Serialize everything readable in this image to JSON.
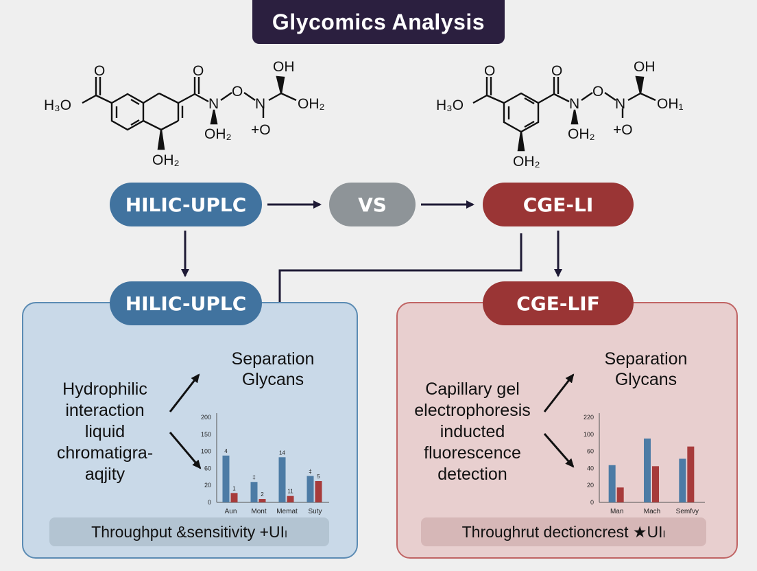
{
  "title": "Glycomics Analysis",
  "molecule_left": {
    "o_top_left": "O",
    "h3o": "H₃O",
    "o_top_mid": "O",
    "n": "N",
    "o_link": "O",
    "n2": "N",
    "oh_top": "OH",
    "oh2_right": "OH₂",
    "oh2_mid": "OH₂",
    "plus_o": "+O",
    "oh2_bottom": "OH₂"
  },
  "molecule_right": {
    "o_top_left": "O",
    "h3o": "H₃O",
    "o_top_mid": "O",
    "n": "N",
    "o_link": "O",
    "n2": "N",
    "oh_top": "OH",
    "oh2_right": "OH₁",
    "oh2_mid": "OH₂",
    "plus_o": "+O",
    "oh2_bottom": "OH₂"
  },
  "flow": {
    "hilic_top": "HILIC-UPLC",
    "vs": "VS",
    "cge_top": "CGE-LI",
    "hilic_panel": "HILIC-UPLC",
    "cge_panel": "CGE-LIF"
  },
  "colors": {
    "blue": "#41739f",
    "gray": "#8e9498",
    "red": "#9a3535",
    "bar_blue": "#4c7ba5",
    "bar_red": "#a73b3b"
  },
  "left_panel": {
    "desc_lines": [
      "Hydrophilic",
      "interaction",
      "liquid",
      "chromatigra-",
      "aqjity"
    ],
    "sep_lines": [
      "Separation",
      "Glycans"
    ],
    "footer": "Throughput &sensitivity +UIₗ"
  },
  "right_panel": {
    "desc_lines": [
      "Capillary gel",
      "electrophoresis",
      "inducted",
      "fluorescence",
      "detection"
    ],
    "sep_lines": [
      "Separation",
      "Glycans"
    ],
    "footer": "Throughrut dectioncrest ★UIₗ"
  },
  "chart_data": [
    {
      "type": "bar",
      "categories": [
        "Aun",
        "Mont",
        "Memat",
        "Suty"
      ],
      "series": [
        {
          "values": [
            110,
            48,
            106,
            62
          ]
        },
        {
          "values": [
            22,
            8,
            15,
            50
          ]
        }
      ],
      "data_labels": [
        [
          "4",
          "1"
        ],
        [
          "‡",
          "2"
        ],
        [
          "14",
          "11"
        ],
        [
          "‡",
          "5"
        ]
      ],
      "yticks": [
        "0",
        "20",
        "60",
        "100",
        "150",
        "200"
      ],
      "ylim": [
        0,
        200
      ]
    },
    {
      "type": "bar",
      "categories": [
        "Man",
        "Mach",
        "Semfvy"
      ],
      "series": [
        {
          "values": [
            70,
            120,
            82
          ]
        },
        {
          "values": [
            28,
            68,
            105
          ]
        }
      ],
      "yticks": [
        "0",
        "20",
        "40",
        "60",
        "100",
        "220"
      ],
      "ylim": [
        0,
        160
      ]
    }
  ]
}
